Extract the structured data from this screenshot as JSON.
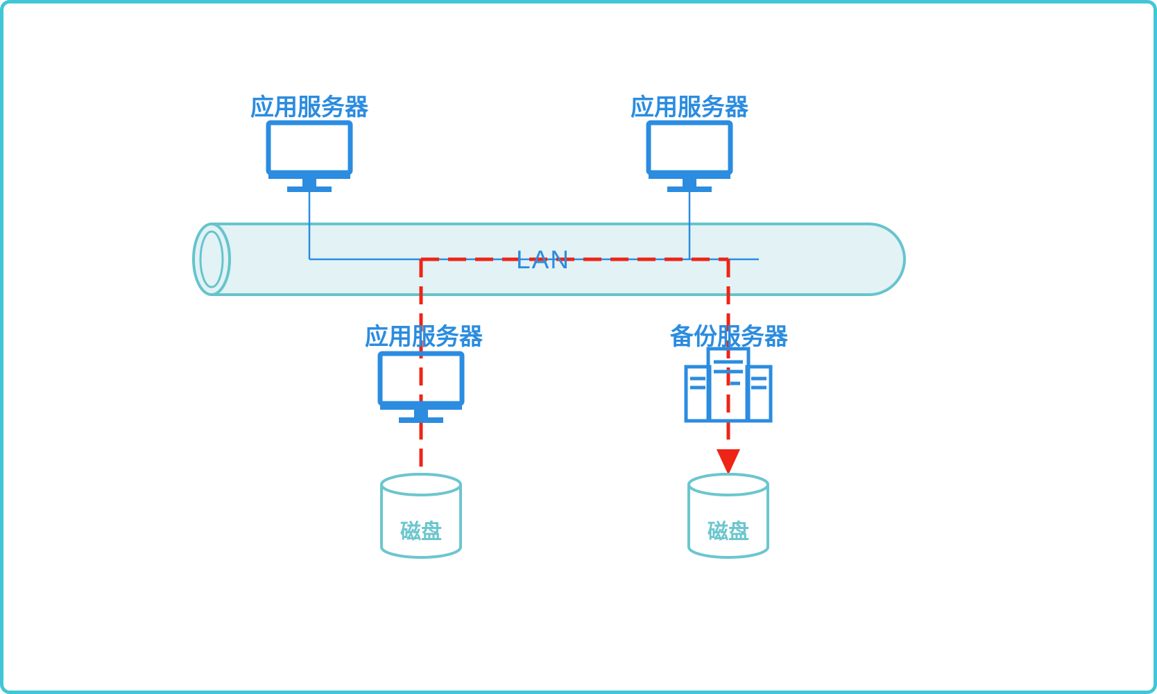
{
  "diagram": {
    "lan": {
      "label": "LAN"
    },
    "servers": {
      "top_left": {
        "label": "应用服务器"
      },
      "top_right": {
        "label": "应用服务器"
      },
      "bottom_left": {
        "label": "应用服务器"
      },
      "backup": {
        "label": "备份服务器"
      }
    },
    "disks": {
      "left": {
        "label": "磁盘"
      },
      "right": {
        "label": "磁盘"
      }
    },
    "colors": {
      "frame_border": "#41c6d6",
      "device_blue": "#2b8ce0",
      "pipe_fill": "#e2f2f5",
      "pipe_stroke": "#66c4cc",
      "backup_flow_red": "#ee2416",
      "disk_teal": "#6cc6ce",
      "background": "#ffffff"
    }
  }
}
